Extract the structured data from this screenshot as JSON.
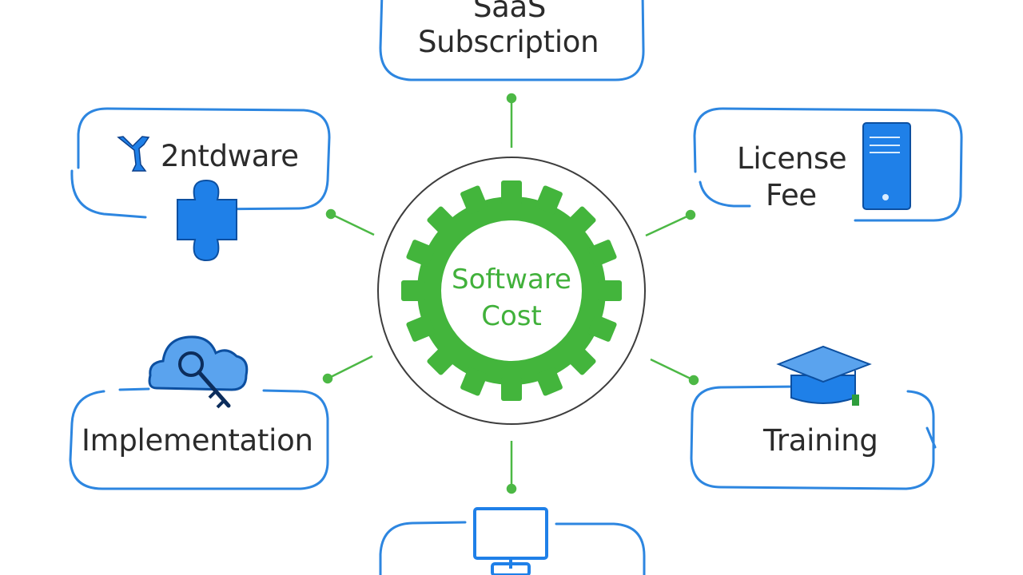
{
  "center": {
    "line1": "Software",
    "line2": "Cost"
  },
  "nodes": {
    "saas": {
      "line1": "SaaS",
      "line2": "Subscription"
    },
    "hardware": {
      "label": "2ntdware",
      "icons": [
        "hardware-tool-icon",
        "puzzle-icon"
      ]
    },
    "license": {
      "line1": "License",
      "line2": "Fee",
      "icon": "server-icon"
    },
    "implementation": {
      "label": "Implementation",
      "icon": "cloud-key-icon"
    },
    "training": {
      "label": "Training",
      "icon": "graduation-cap-icon"
    },
    "bottom": {
      "icon": "monitor-icon"
    }
  },
  "colors": {
    "box_border": "#2d86e0",
    "connector": "#4cb845",
    "gear": "#43b53c",
    "center_text": "#41b13b",
    "icon_blue": "#1f80e8",
    "text": "#2b2b2b"
  }
}
